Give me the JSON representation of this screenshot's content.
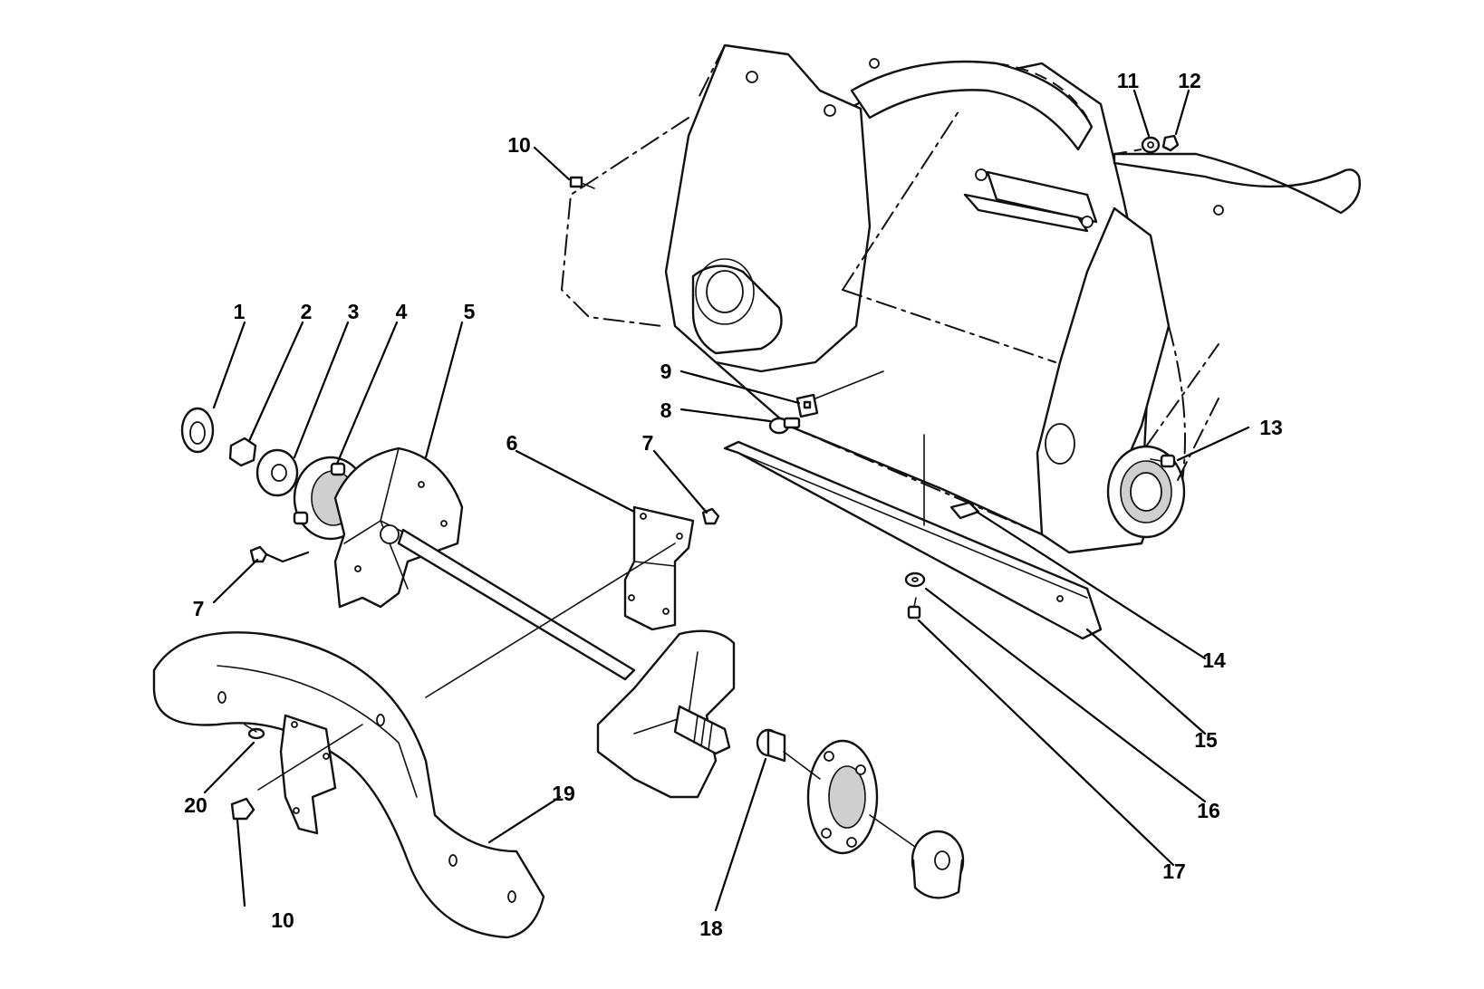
{
  "callouts": [
    {
      "id": "c1",
      "label": "1"
    },
    {
      "id": "c2",
      "label": "2"
    },
    {
      "id": "c3",
      "label": "3"
    },
    {
      "id": "c4",
      "label": "4"
    },
    {
      "id": "c5",
      "label": "5"
    },
    {
      "id": "c6",
      "label": "6"
    },
    {
      "id": "c7a",
      "label": "7"
    },
    {
      "id": "c7b",
      "label": "7"
    },
    {
      "id": "c8",
      "label": "8"
    },
    {
      "id": "c9",
      "label": "9"
    },
    {
      "id": "c10a",
      "label": "10"
    },
    {
      "id": "c10b",
      "label": "10"
    },
    {
      "id": "c11",
      "label": "11"
    },
    {
      "id": "c12",
      "label": "12"
    },
    {
      "id": "c13",
      "label": "13"
    },
    {
      "id": "c14",
      "label": "14"
    },
    {
      "id": "c15",
      "label": "15"
    },
    {
      "id": "c16",
      "label": "16"
    },
    {
      "id": "c17",
      "label": "17"
    },
    {
      "id": "c18",
      "label": "18"
    },
    {
      "id": "c19",
      "label": "19"
    },
    {
      "id": "c20",
      "label": "20"
    }
  ]
}
